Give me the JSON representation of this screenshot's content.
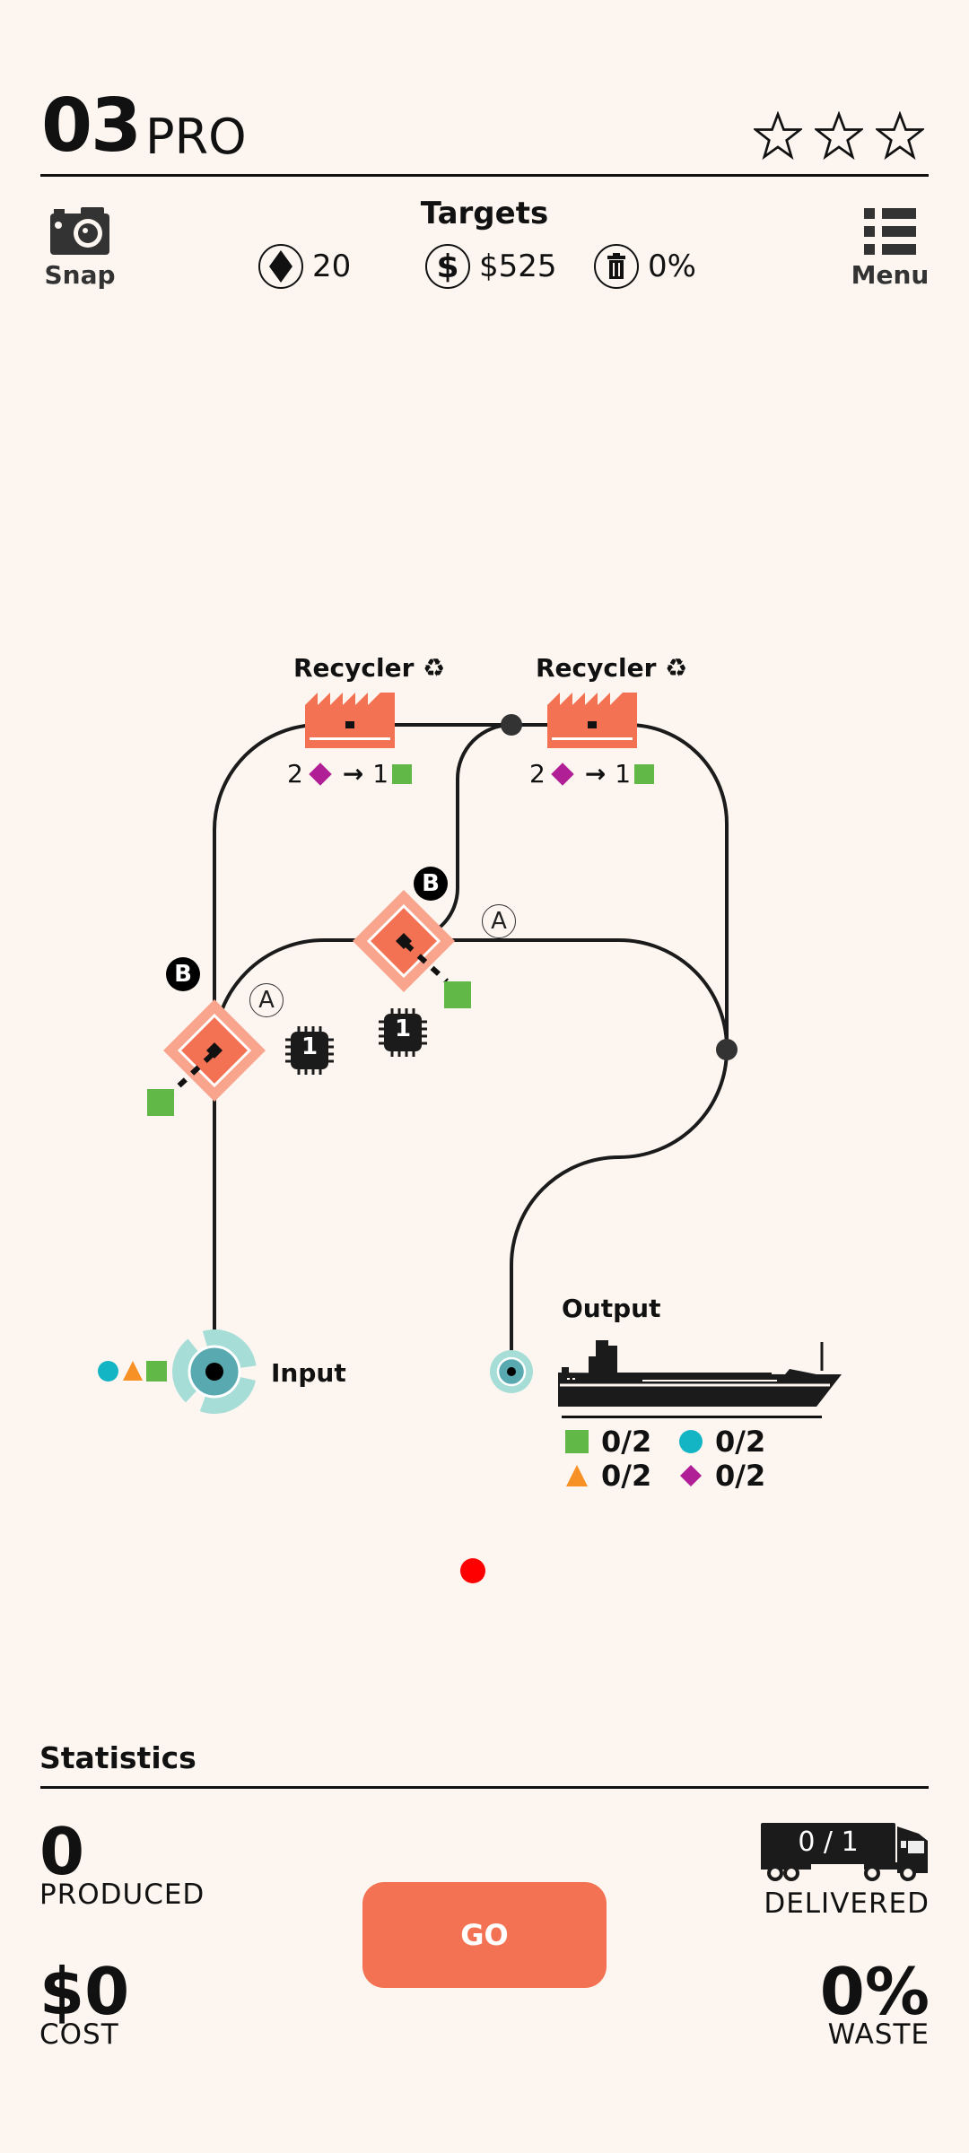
{
  "header": {
    "level_number": "03",
    "level_tier": "PRO",
    "stars": [
      {
        "filled": false
      },
      {
        "filled": false
      },
      {
        "filled": false
      }
    ]
  },
  "toolbar": {
    "snap_label": "Snap",
    "menu_label": "Menu"
  },
  "targets": {
    "title": "Targets",
    "items": [
      {
        "icon": "diamond-icon",
        "value": "20"
      },
      {
        "icon": "dollar-icon",
        "value": "$525"
      },
      {
        "icon": "trash-icon",
        "value": "0%"
      }
    ]
  },
  "board": {
    "recyclers": [
      {
        "label": "Recycler ♻",
        "recipe_in_count": "2",
        "recipe_out_count": "1",
        "arrow": "→"
      },
      {
        "label": "Recycler ♻",
        "recipe_in_count": "2",
        "recipe_out_count": "1",
        "arrow": "→"
      }
    ],
    "splitters": [
      {
        "badge_b": "B",
        "badge_a": "A",
        "chip_count": "1"
      },
      {
        "badge_b": "B",
        "badge_a": "A",
        "chip_count": "1"
      }
    ],
    "input": {
      "label": "Input",
      "shapes": [
        "circle",
        "triangle",
        "square"
      ]
    },
    "output": {
      "label": "Output",
      "counts": [
        {
          "shape": "square",
          "value": "0/2"
        },
        {
          "shape": "circle",
          "value": "0/2"
        },
        {
          "shape": "triangle",
          "value": "0/2"
        },
        {
          "shape": "diamond",
          "value": "0/2"
        }
      ]
    }
  },
  "colors": {
    "background": "#fdf6f0",
    "accent": "#f47254",
    "accent_light": "#f9a48c",
    "square": "#62b846",
    "circle": "#13b5c4",
    "triangle": "#f79126",
    "diamond": "#b01f96",
    "input_ring": "#a7ddd7",
    "input_core": "#58a9b0",
    "marker": "#ff0000"
  },
  "statistics": {
    "title": "Statistics",
    "produced_value": "0",
    "produced_label": "PRODUCED",
    "cost_value": "$0",
    "cost_label": "COST",
    "delivered_value": "0 / 1",
    "delivered_label": "DELIVERED",
    "waste_value": "0%",
    "waste_label": "WASTE",
    "go_label": "GO"
  }
}
